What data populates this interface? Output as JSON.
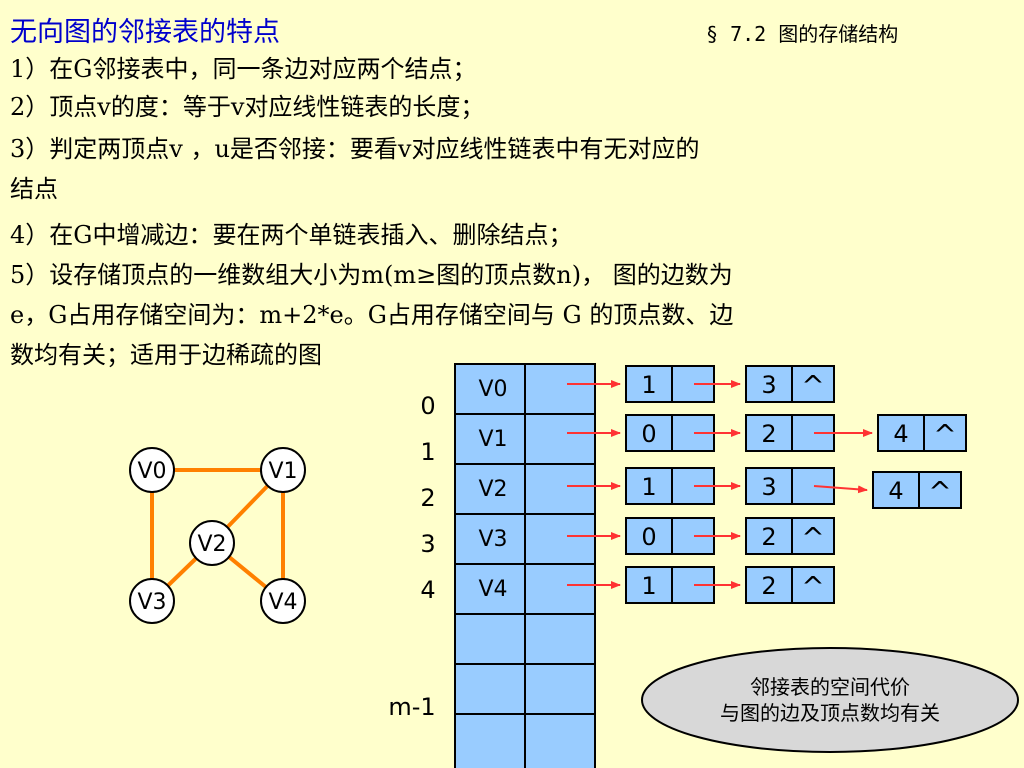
{
  "header": {
    "title": "无向图的邻接表的特点",
    "chapter": "§ 7.2  图的存储结构"
  },
  "points": [
    "1）在G邻接表中，同一条边对应两个结点；",
    "2）顶点v的度：等于v对应线性链表的长度；",
    "3）判定两顶点v ，u是否邻接：要看v对应线性链表中有无对应的",
    "结点",
    "4）在G中增减边：要在两个单链表插入、删除结点；",
    "5）设存储顶点的一维数组大小为m(m≥图的顶点数n)，  图的边数为",
    "e，G占用存储空间为：m+2*e。G占用存储空间与 G 的顶点数、边",
    "数均有关；适用于边稀疏的图"
  ],
  "graph": {
    "vertices": [
      "V0",
      "V1",
      "V2",
      "V3",
      "V4"
    ],
    "edges": [
      [
        "V0",
        "V1"
      ],
      [
        "V0",
        "V3"
      ],
      [
        "V1",
        "V2"
      ],
      [
        "V1",
        "V4"
      ],
      [
        "V2",
        "V3"
      ],
      [
        "V2",
        "V4"
      ]
    ]
  },
  "vertex_table": {
    "indices": [
      "0",
      "1",
      "2",
      "3",
      "4"
    ],
    "last_index": "m-1",
    "rows": [
      "V0",
      "V1",
      "V2",
      "V3",
      "V4",
      "",
      "",
      ""
    ]
  },
  "adjacency_lists": [
    [
      "1",
      "3"
    ],
    [
      "0",
      "2",
      "4"
    ],
    [
      "1",
      "3",
      "4"
    ],
    [
      "0",
      "2"
    ],
    [
      "1",
      "2"
    ]
  ],
  "null_symbol": "^",
  "note": {
    "line1": "邻接表的空间代价",
    "line2": "与图的边及顶点数均有关"
  },
  "colors": {
    "title": "#0000cc",
    "background": "#ffffcc",
    "cell": "#99ccff",
    "arrow": "#ff3333",
    "graph_edge": "#ff8000"
  }
}
